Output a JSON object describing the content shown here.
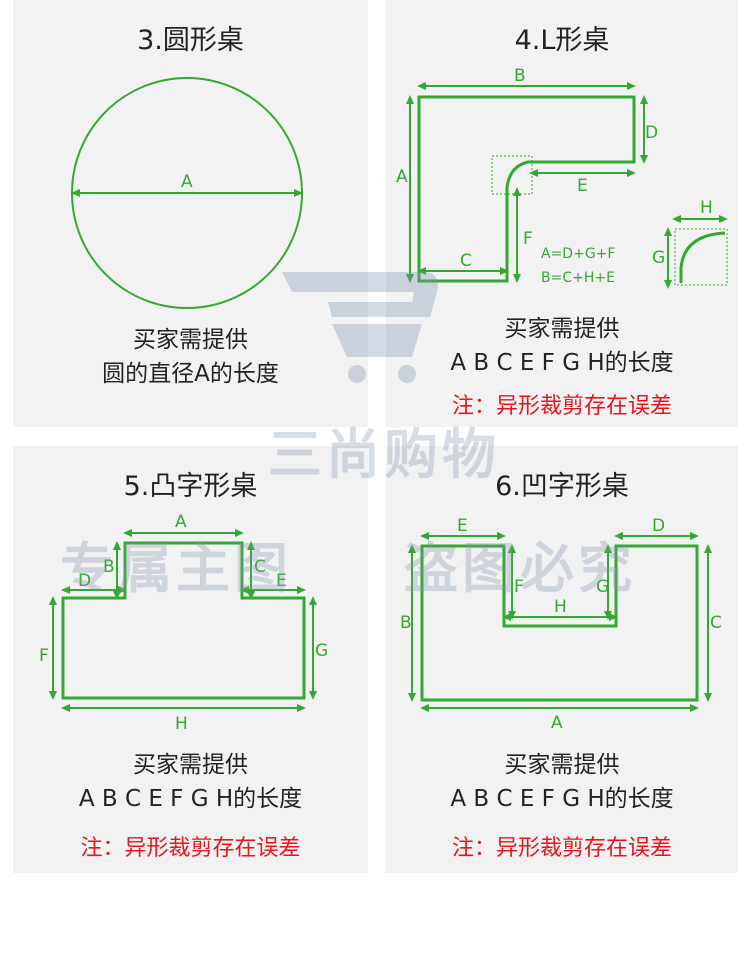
{
  "panels": [
    {
      "title": "3.圆形桌",
      "desc_line1": "买家需提供",
      "desc_line2": "圆的直径A的长度",
      "labels": [
        "A"
      ]
    },
    {
      "title": "4.L形桌",
      "desc_line1": "买家需提供",
      "desc_line2": "A B C E F G H的长度",
      "note": "注：异形裁剪存在误差",
      "labels": [
        "B",
        "D",
        "A",
        "E",
        "F",
        "C",
        "H",
        "G"
      ],
      "formula1": "A=D+G+F",
      "formula2": "B=C+H+E"
    },
    {
      "title": "5.凸字形桌",
      "desc_line1": "买家需提供",
      "desc_line2": "A B C E F G H的长度",
      "note": "注：异形裁剪存在误差",
      "labels": [
        "A",
        "B",
        "C",
        "D",
        "E",
        "F",
        "G",
        "H"
      ]
    },
    {
      "title": "6.凹字形桌",
      "desc_line1": "买家需提供",
      "desc_line2": "A B C E F G H的长度",
      "note": "注：异形裁剪存在误差",
      "labels": [
        "E",
        "D",
        "F",
        "G",
        "H",
        "B",
        "C",
        "A"
      ]
    }
  ],
  "watermark": {
    "line1": "三尚购物",
    "line2a": "专属主图",
    "line2b": "盗图必究"
  },
  "colors": {
    "shape": "#34a832",
    "note": "#e8141b",
    "panel_bg": "#f2f2f2"
  }
}
